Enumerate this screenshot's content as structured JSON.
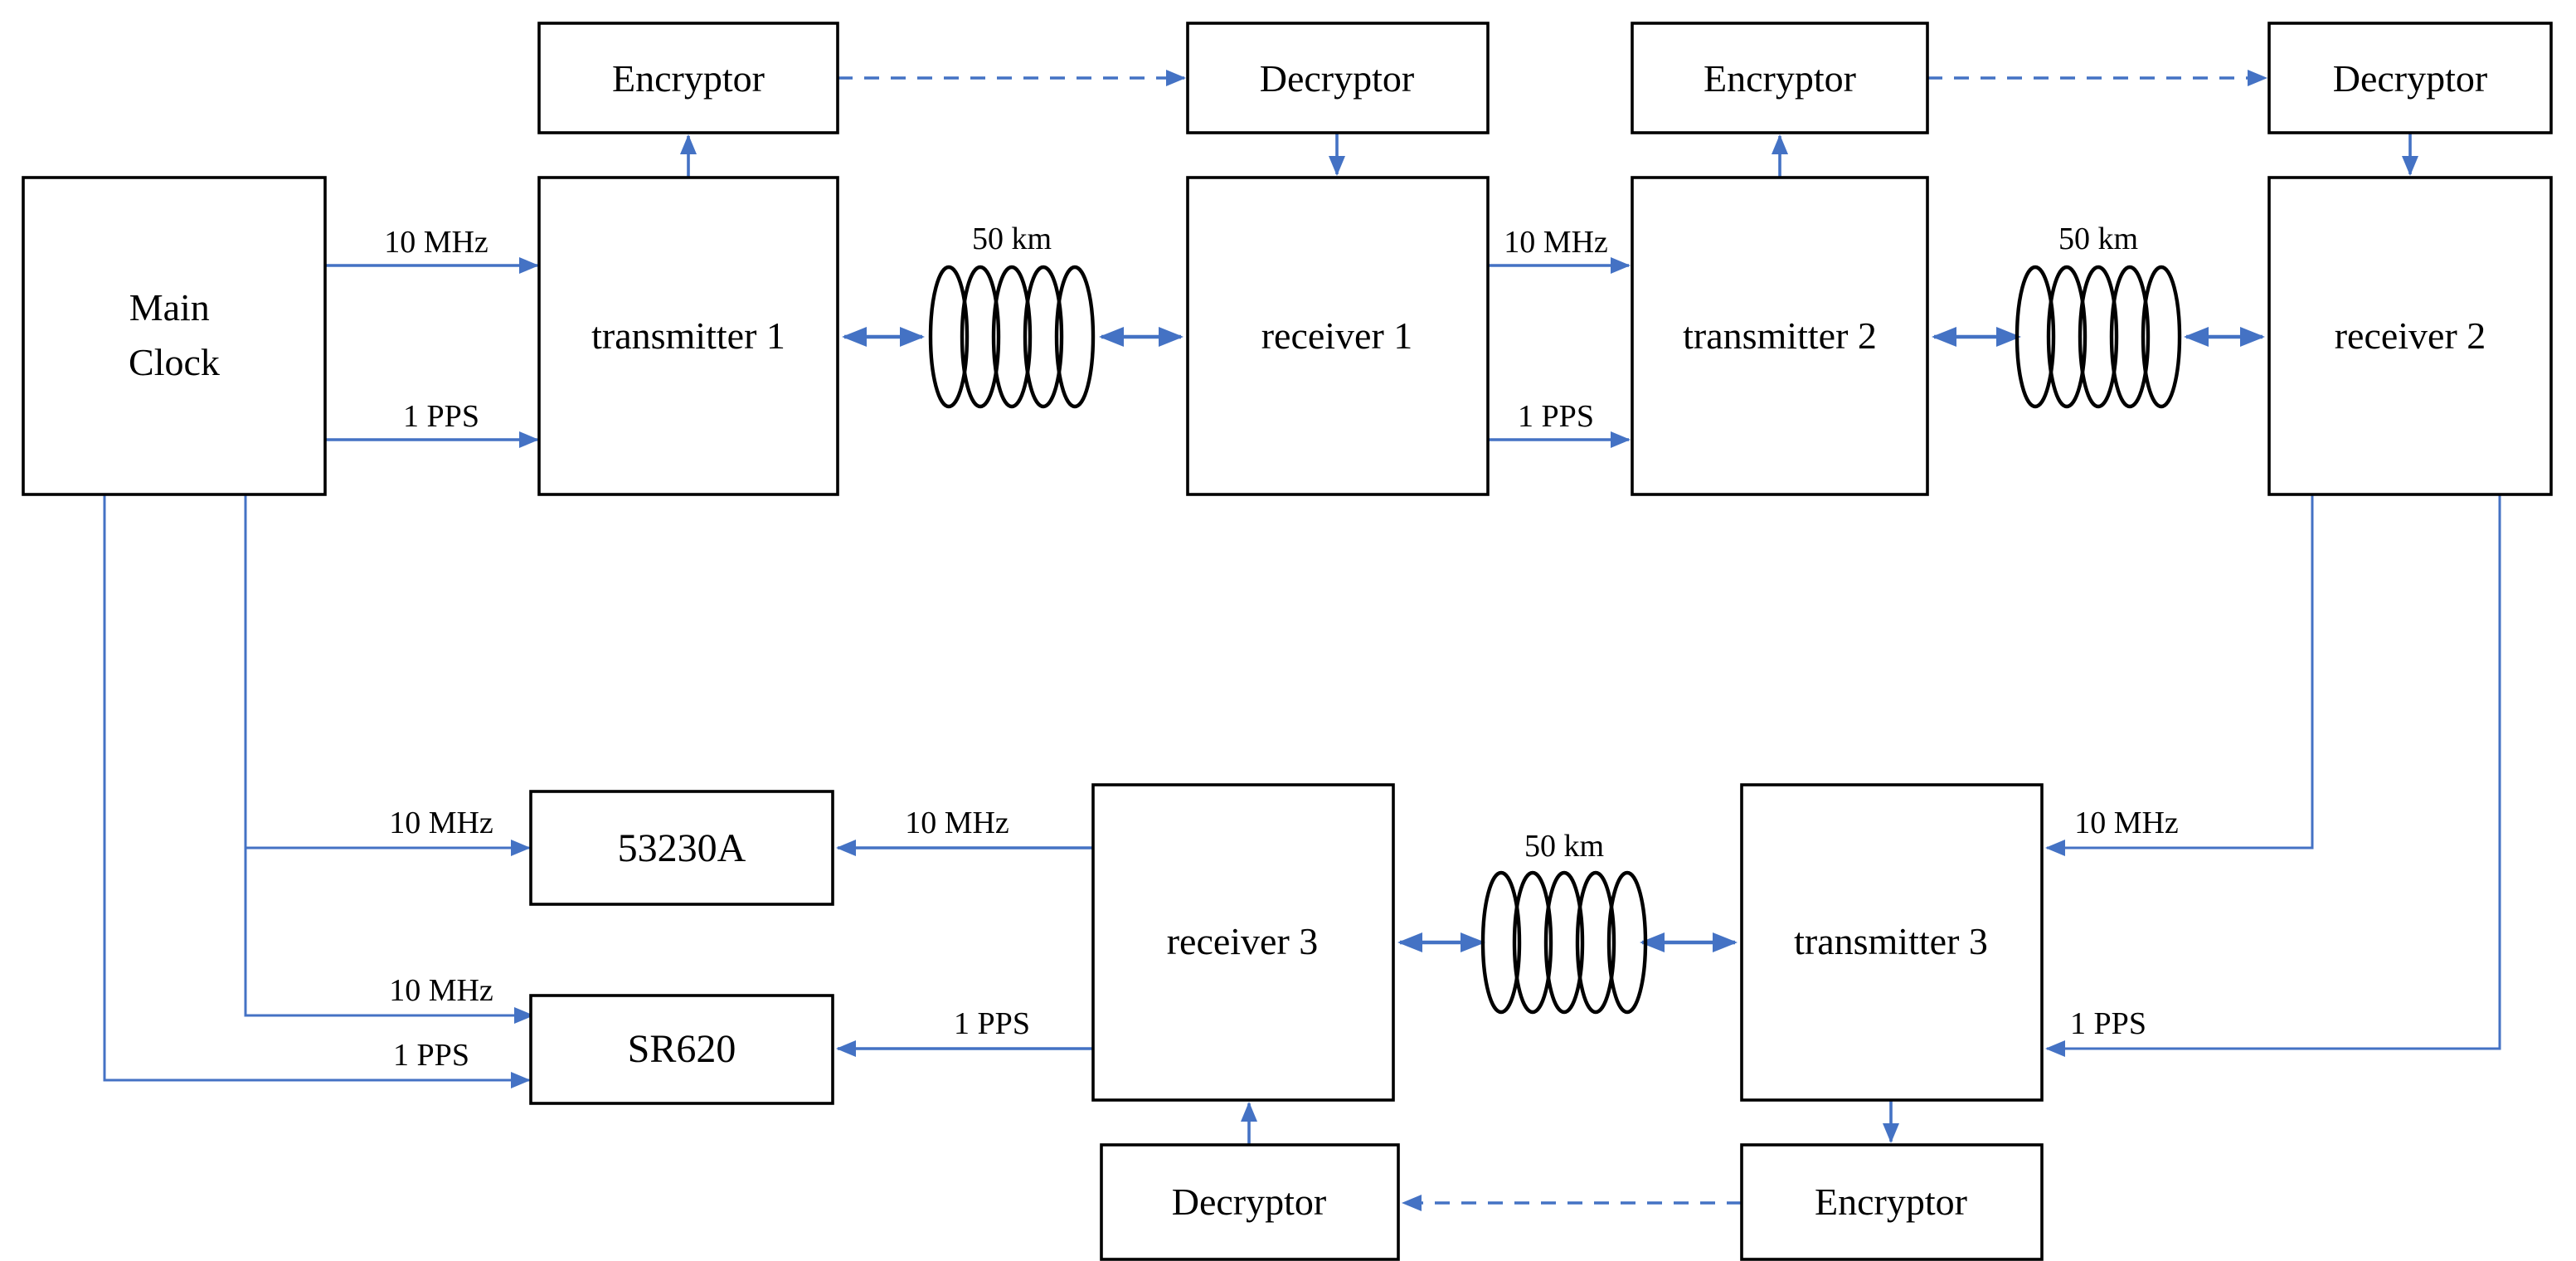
{
  "figure": {
    "background": "#ffffff",
    "line_color": "#4472C4",
    "border_color": "#000000",
    "text_color": "#000000",
    "boxes": {
      "main_clock": {
        "line1": "Main",
        "line2": "Clock"
      },
      "encryptor1": "Encryptor",
      "decryptor1": "Decryptor",
      "encryptor2": "Encryptor",
      "decryptor2": "Decryptor",
      "encryptor3": "Encryptor",
      "decryptor3": "Decryptor",
      "transmitter1": "transmitter 1",
      "receiver1": "receiver 1",
      "transmitter2": "transmitter 2",
      "receiver2": "receiver 2",
      "transmitter3": "transmitter 3",
      "receiver3": "receiver 3",
      "counter_53230a": "53230A",
      "counter_sr620": "SR620"
    },
    "signals": {
      "mhz": "10 MHz",
      "pps": "1 PPS",
      "fiber": "50 km"
    }
  }
}
